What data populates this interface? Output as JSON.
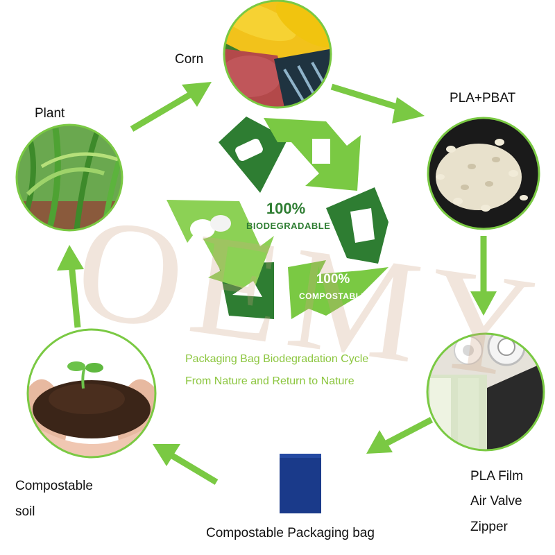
{
  "colors": {
    "accent": "#7ac943",
    "dark_green": "#2e7d32",
    "caption": "#8cc63f",
    "bag": "#1a3a8a"
  },
  "nodes": {
    "corn": "Corn",
    "pla_pbat": "PLA+PBAT",
    "plant": "Plant",
    "pla_film": "PLA Film",
    "air_valve": "Air Valve",
    "zipper": "Zipper",
    "bag": "Compostable Packaging bag",
    "soil_line1": "Compostable",
    "soil_line2": "soil"
  },
  "center": {
    "biodegradable_pct": "100%",
    "biodegradable_label": "BIODEGRADABLE",
    "compostable_pct": "100%",
    "compostable_label": "COMPOSTABLE"
  },
  "caption": {
    "line1": "Packaging Bag Biodegradation Cycle",
    "line2": "From Nature and Return to Nature"
  },
  "watermark": "OEMY"
}
